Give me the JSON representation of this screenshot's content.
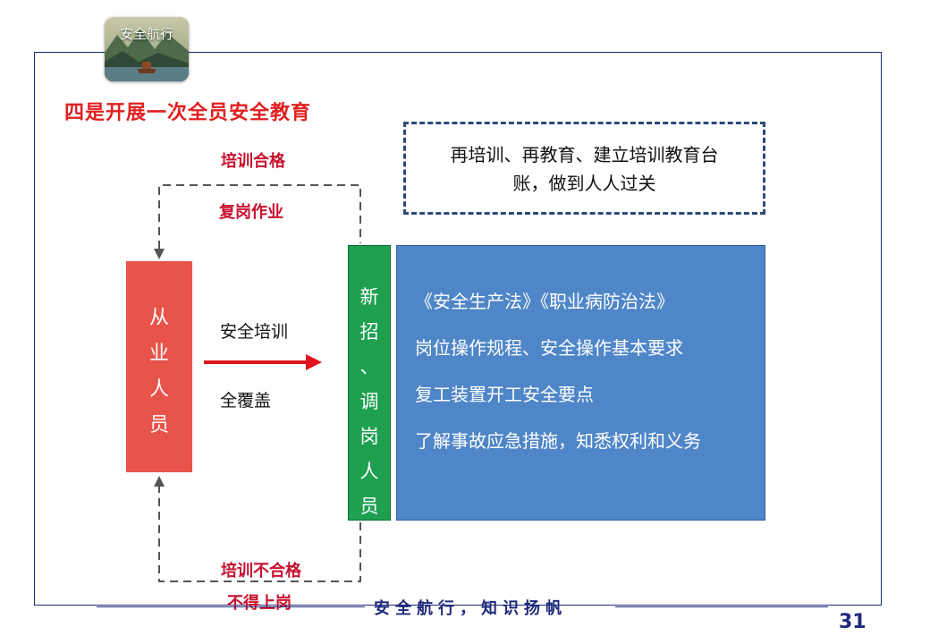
{
  "logo": {
    "text": "安全航行"
  },
  "title": "四是开展一次全员安全教育",
  "loop": {
    "top_label_1": "培训合格",
    "top_label_2": "复岗作业",
    "bottom_label_1": "培训不合格",
    "bottom_label_2": "不得上岗"
  },
  "worker_box": {
    "chars": [
      "从",
      "业",
      "人",
      "员"
    ]
  },
  "arrow": {
    "label_top": "安全培训",
    "label_bottom": "全覆盖"
  },
  "new_box": {
    "chars": [
      "新",
      "招",
      "、",
      "调",
      "岗",
      "人",
      "员"
    ]
  },
  "content_box": {
    "lines": [
      "《安全生产法》《职业病防治法》",
      "岗位操作规程、安全操作基本要求",
      "复工装置开工安全要点",
      "了解事故应急措施，知悉权利和义务"
    ]
  },
  "note_box": {
    "line1": "再培训、再教育、建立培训教育台",
    "line2": "账，做到人人过关"
  },
  "footer": {
    "slogan": "安全航行，知识扬帆"
  },
  "page_number": "31",
  "colors": {
    "title_red": "#e02020",
    "worker_red": "#e8544a",
    "green": "#1ea050",
    "blue": "#4f86c8",
    "navy": "#1f2a7a"
  }
}
